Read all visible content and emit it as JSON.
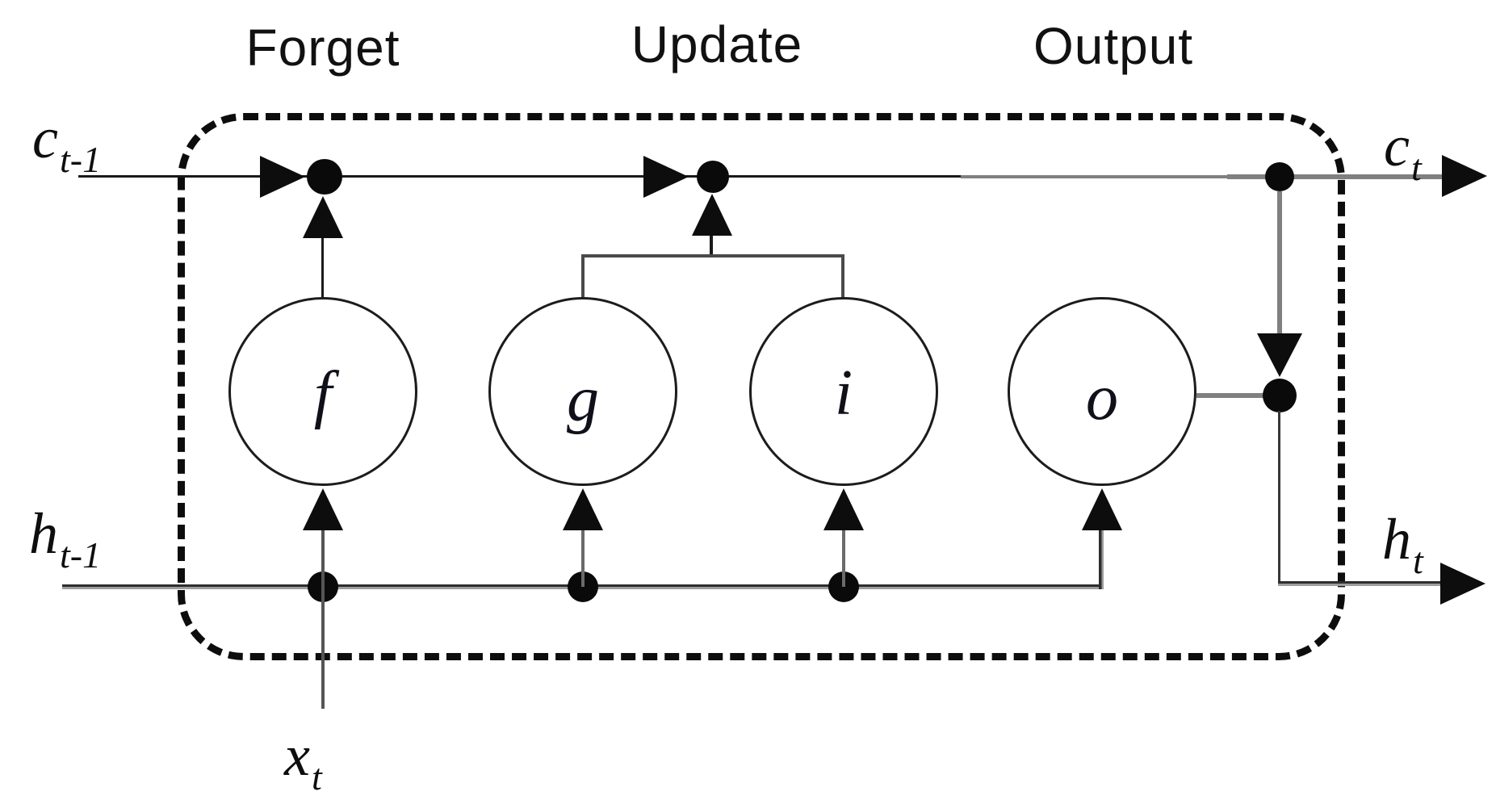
{
  "diagram": {
    "type": "lstm-cell-diagram",
    "section_labels": {
      "forget": "Forget",
      "update": "Update",
      "output": "Output"
    },
    "gates": [
      {
        "id": "forget-gate",
        "label": "f"
      },
      {
        "id": "candidate-gate",
        "label": "g"
      },
      {
        "id": "input-gate",
        "label": "i"
      },
      {
        "id": "output-gate",
        "label": "o"
      }
    ],
    "io": {
      "cell_in": {
        "main": "c",
        "sub": "t-1"
      },
      "hidden_in": {
        "main": "h",
        "sub": "t-1"
      },
      "input": {
        "main": "x",
        "sub": "t"
      },
      "cell_out": {
        "main": "c",
        "sub": "t"
      },
      "hidden_out": {
        "main": "h",
        "sub": "t"
      }
    },
    "colors": {
      "background": "#ffffff",
      "line_black": "#1a1a1a",
      "line_gray": "#808080",
      "boundary_dash": "#0d0d0d",
      "gate_letter": "#10101a"
    }
  }
}
